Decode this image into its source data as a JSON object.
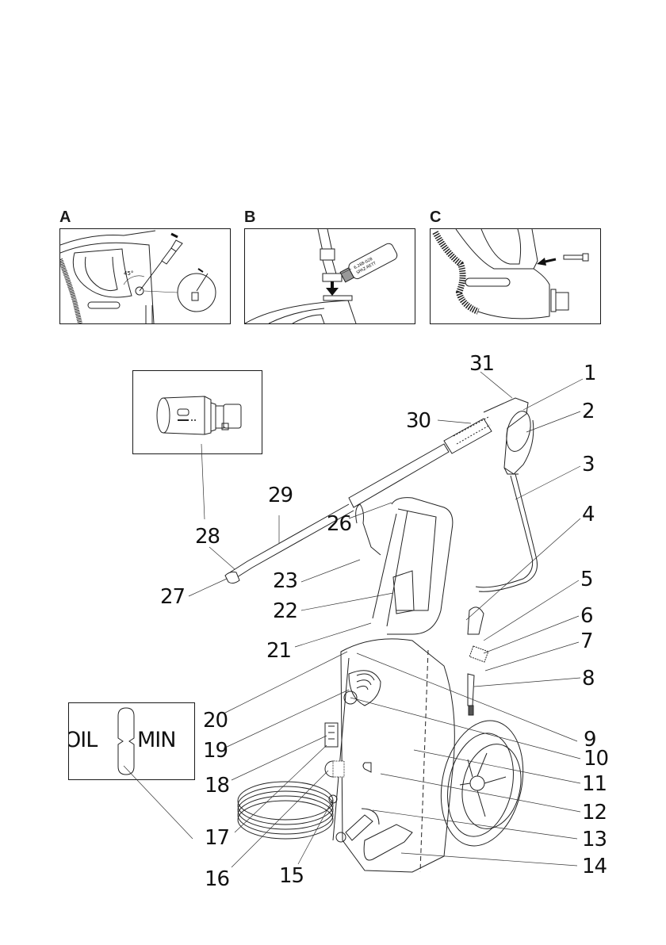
{
  "document": {
    "type": "parts-diagram",
    "subject": "pressure-washer"
  },
  "panels": [
    {
      "id": "A",
      "label": "A",
      "angle_annotation": "45°",
      "depicts": "removing trigger gun pin with screwdriver"
    },
    {
      "id": "B",
      "label": "B",
      "bottle_text_line1": "6.288-028",
      "bottle_text_line2": "SPAZ-RETT",
      "depicts": "applying lubricant to hose connection"
    },
    {
      "id": "C",
      "label": "C",
      "depicts": "inserting pin into trigger gun"
    }
  ],
  "oil_inset": {
    "left_text": "OIL",
    "right_text": "MIN"
  },
  "callouts": [
    "1",
    "2",
    "3",
    "4",
    "5",
    "6",
    "7",
    "8",
    "9",
    "10",
    "11",
    "12",
    "13",
    "14",
    "15",
    "16",
    "17",
    "18",
    "19",
    "20",
    "21",
    "22",
    "23",
    "26",
    "27",
    "28",
    "29",
    "30",
    "31"
  ]
}
